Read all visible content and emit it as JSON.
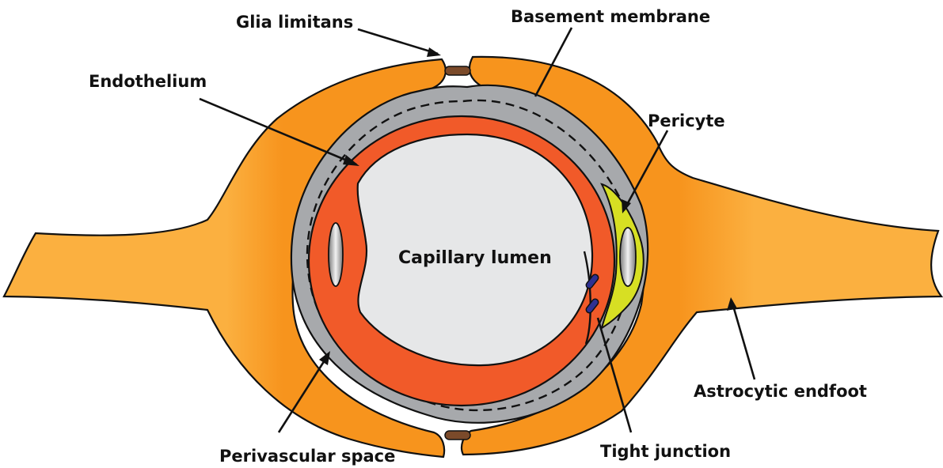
{
  "labels": {
    "glia_limitans": "Glia limitans",
    "basement_membrane": "Basement membrane",
    "endothelium": "Endothelium",
    "pericyte": "Pericyte",
    "capillary_lumen": "Capillary lumen",
    "astrocytic_endfoot": "Astrocytic endfoot",
    "perivascular_space": "Perivascular space",
    "tight_junction": "Tight junction"
  },
  "colors": {
    "endfoot_light": "#FBB040",
    "endfoot_dark": "#F7941D",
    "perivascular": "#A7A9AC",
    "endothelium": "#F15A29",
    "lumen": "#E6E7E8",
    "pericyte": "#D7DF23",
    "glia_junction": "#7B4A2A",
    "tight_junction": "#2E3192"
  }
}
